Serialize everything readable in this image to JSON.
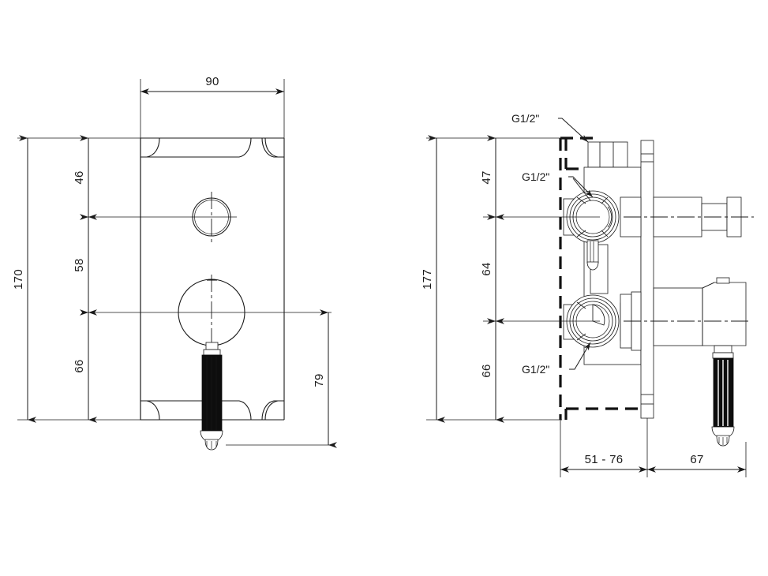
{
  "document": {
    "type": "technical-drawing",
    "title": "Concealed thermostatic shower valve — dimensioned drawing",
    "background_color": "#ffffff",
    "line_color": "#1a1a1a",
    "accent_fill_color": "#0d0d0d",
    "units": "mm"
  },
  "views": {
    "front": {
      "name": "front-view",
      "plate_width_label": "90",
      "plate_height_label": "170"
    },
    "side": {
      "name": "side-section-view",
      "body_height_label": "177"
    }
  },
  "dimensions": {
    "front": {
      "width_90": "90",
      "overall_height_170": "170",
      "top_to_upper_axis_46": "46",
      "upper_to_lower_axis_58": "58",
      "lower_axis_to_bottom_66": "66",
      "handle_projection_79": "79"
    },
    "side": {
      "overall_height_177": "177",
      "top_to_upper_axis_47": "47",
      "upper_to_lower_axis_64": "64",
      "lower_axis_to_bottom_66": "66",
      "wall_depth_range": "51 - 76",
      "projection_67": "67"
    }
  },
  "annotations": {
    "thread_top": "G1/2\"",
    "thread_middle": "G1/2\"",
    "thread_bottom": "G1/2\""
  }
}
